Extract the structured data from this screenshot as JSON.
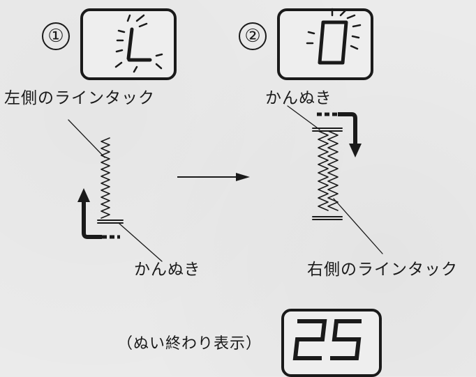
{
  "step1": {
    "number": "①",
    "display_char": "L",
    "display_state": "blinking",
    "label_left_tack": "左側のラインタック",
    "label_bartack": "かんぬき",
    "arrow_direction": "up"
  },
  "step2": {
    "number": "②",
    "display_char": "0",
    "display_state": "blinking",
    "label_bartack": "かんぬき",
    "label_right_tack": "右側のラインタック",
    "arrow_direction": "down"
  },
  "finish": {
    "label": "（ぬい終わり表示）",
    "display_value": "25"
  }
}
